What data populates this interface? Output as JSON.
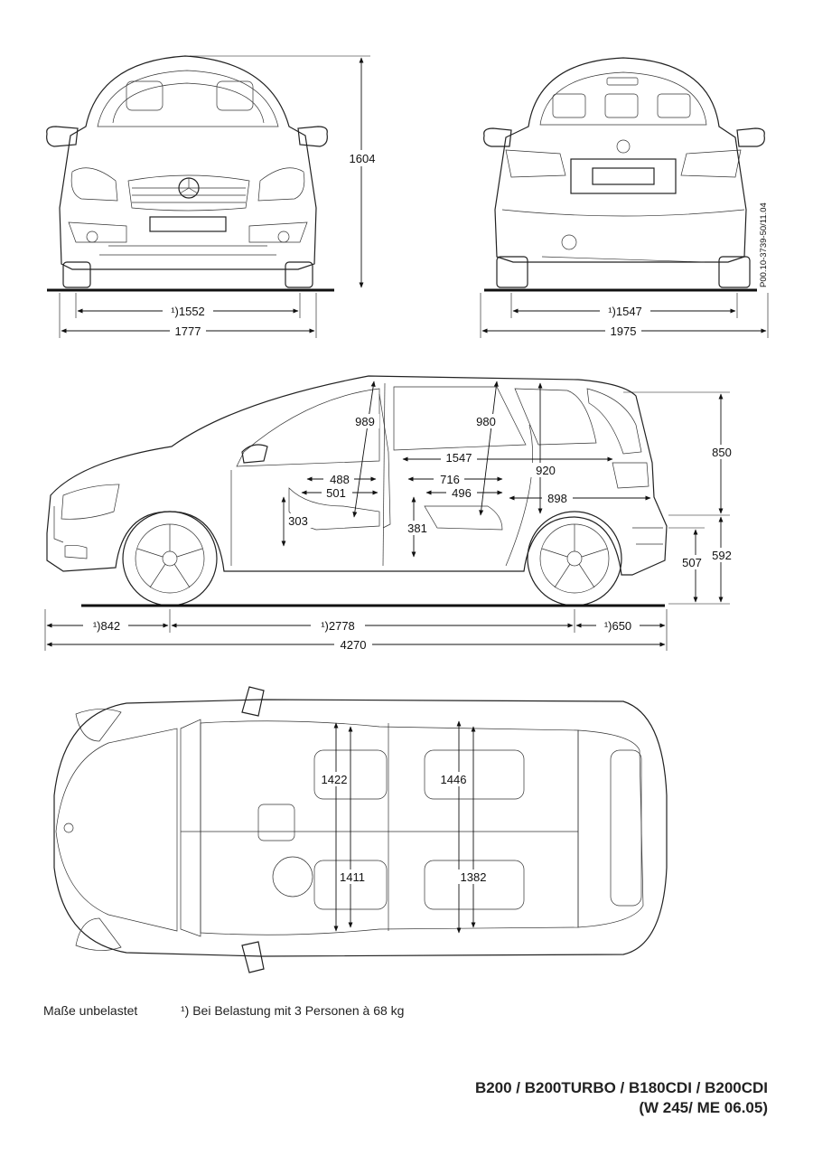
{
  "doc_code": "P00.10-3739-50/11.04",
  "front_view": {
    "height": "1604",
    "track_loaded": "¹)1552",
    "width": "1777"
  },
  "rear_view": {
    "track_loaded": "¹)1547",
    "width_mirrors": "1975"
  },
  "side_view": {
    "front_headroom": "989",
    "rear_headroom": "980",
    "front_leg": "488",
    "front_leg2": "501",
    "front_seat_height": "303",
    "rear_leg": "716",
    "rear_leg2": "496",
    "rear_seat_height": "381",
    "interior_length": "1547",
    "tailgate_height": "920",
    "load_floor": "898",
    "tailgate_opening": "850",
    "loading_sill": "507",
    "sill_top": "592",
    "front_overhang": "¹)842",
    "wheelbase": "¹)2778",
    "rear_overhang": "¹)650",
    "length": "4270"
  },
  "top_view": {
    "front_elbow": "1422",
    "rear_elbow": "1446",
    "front_shoulder": "1411",
    "rear_shoulder": "1382"
  },
  "footer": {
    "note_unloaded": "Maße unbelastet",
    "note_loaded": "¹) Bei Belastung mit 3 Personen à 68 kg"
  },
  "title": {
    "models": "B200 / B200TURBO / B180CDI / B200CDI",
    "code": "(W 245/ ME 06.05)"
  }
}
